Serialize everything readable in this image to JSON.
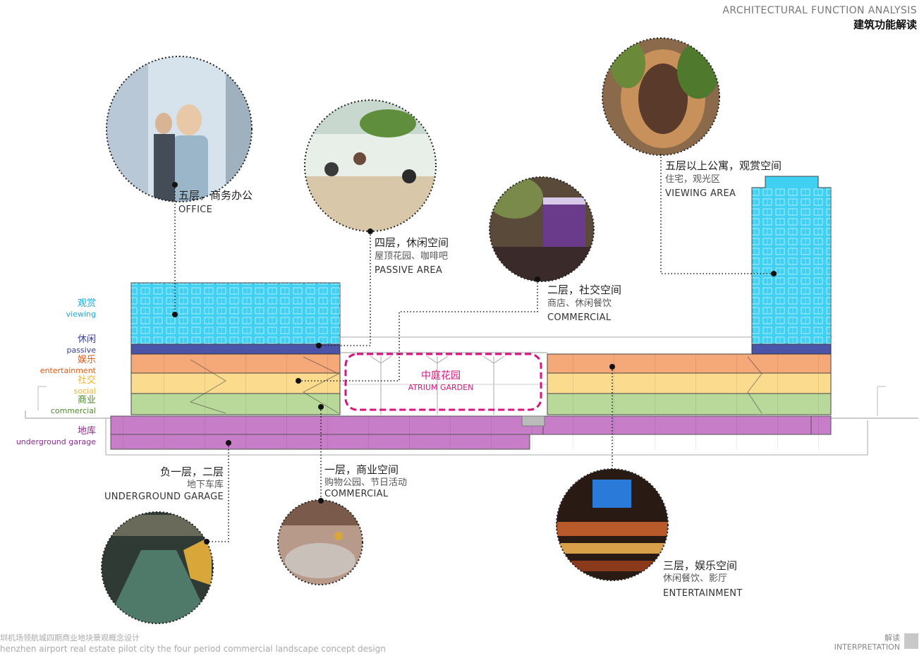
{
  "header": {
    "title_en": "ARCHITECTURAL FUNCTION ANALYSIS",
    "title_cn": "建筑功能解读"
  },
  "legend": [
    {
      "cn": "观赏",
      "en": "viewing",
      "color": "#1ea7dc"
    },
    {
      "cn": "休闲",
      "en": "passive",
      "color": "#3b3f95"
    },
    {
      "cn": "娱乐",
      "en": "entertainment",
      "color": "#e05a12"
    },
    {
      "cn": "社交",
      "en": "social",
      "color": "#f3b22a"
    },
    {
      "cn": "商业",
      "en": "commercial",
      "color": "#4f8a2e"
    },
    {
      "cn": "地库",
      "en": "underground garage",
      "color": "#8b2b8e"
    }
  ],
  "atrium": {
    "cn": "中庭花园",
    "en": "ATRIUM GARDEN",
    "color": "#d4167e"
  },
  "callouts": {
    "office": {
      "cn": "五层，商务办公",
      "en": "OFFICE",
      "icon": "office-people-photo"
    },
    "passive": {
      "cn": "四层，休闲空间",
      "sub": "屋顶花园、咖啡吧",
      "en": "PASSIVE AREA",
      "icon": "rooftop-cafe-photo"
    },
    "social": {
      "cn": "二层，社交空间",
      "sub": "商店、休闲餐饮",
      "en": "COMMERCIAL",
      "icon": "espresso-bar-photo"
    },
    "viewing": {
      "cn": "五层以上公寓，观赏空间",
      "sub": "住宅，观光区",
      "en": "VIEWING AREA",
      "icon": "terraced-atrium-photo"
    },
    "garage": {
      "cn": "负一层，二层",
      "sub": "地下车库",
      "en": "UNDERGROUND GARAGE",
      "icon": "parking-garage-photo"
    },
    "commercial": {
      "cn": "一层，商业空间",
      "sub": "购物公园、节日活动",
      "en": "COMMERCIAL",
      "icon": "shopping-plaza-photo"
    },
    "entertainment": {
      "cn": "三层，娱乐空间",
      "sub": "休闲餐饮、影厅",
      "en": "ENTERTAINMENT",
      "icon": "cinema-dining-photo"
    }
  },
  "footer": {
    "left_cn": "圳机场领航城四期商业地块景观概念设计",
    "left_en": "henzhen airport real estate pilot city the four period commercial landscape concept  design",
    "right_cn": "解读",
    "right_en": "INTERPRETATION"
  }
}
